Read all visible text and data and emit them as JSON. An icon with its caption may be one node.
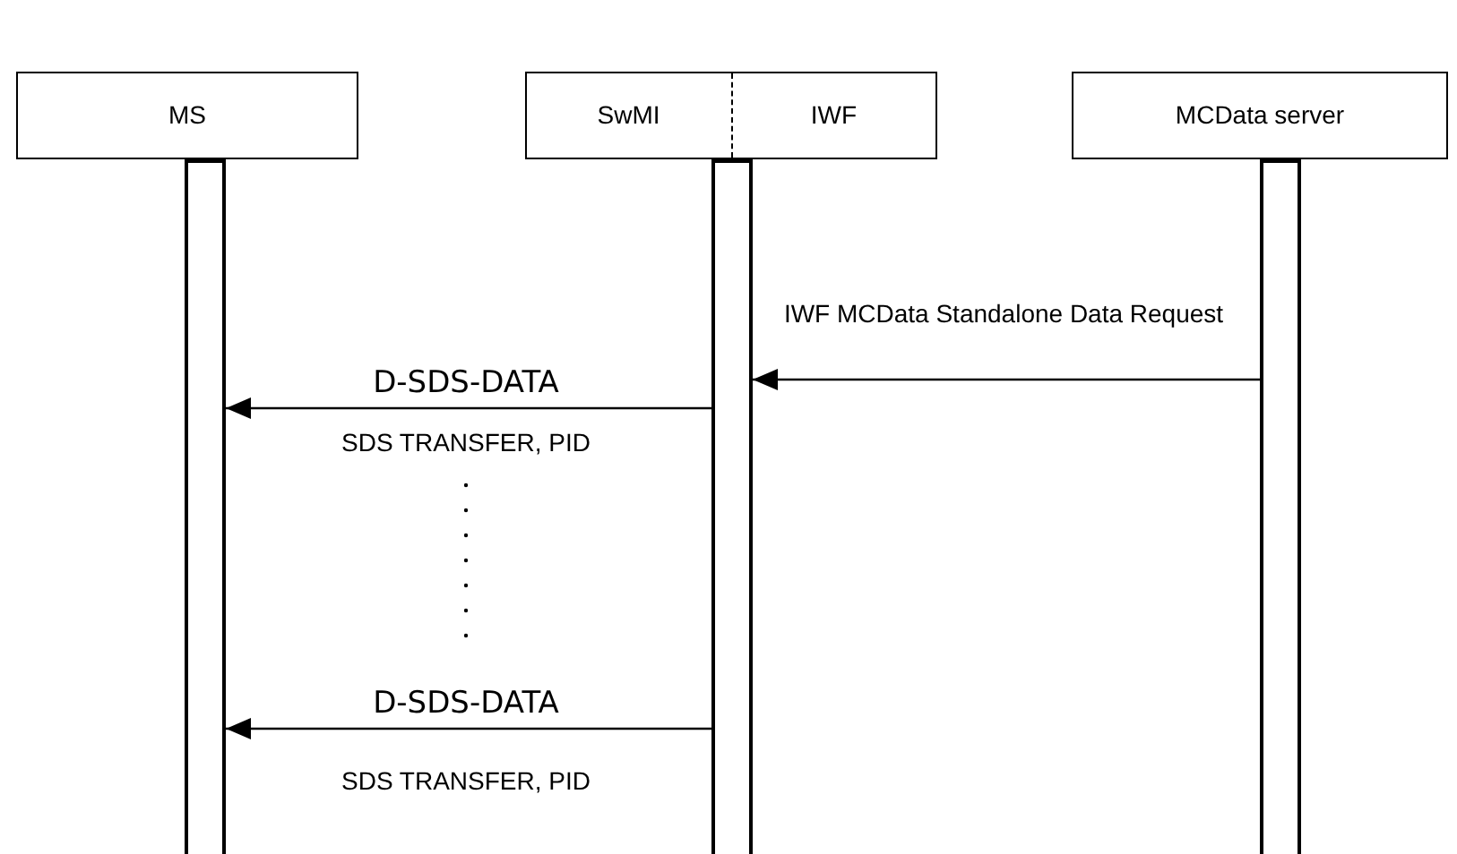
{
  "diagram": {
    "nodes": [
      {
        "text": [
          "MS"
        ]
      },
      {
        "text": [
          "SwMI",
          "IWF"
        ]
      },
      {
        "text": [
          "MCData server"
        ]
      },
      {
        "text": [],
        "shape": "bar"
      },
      {
        "text": [],
        "shape": "bar"
      },
      {
        "text": [],
        "shape": "bar"
      }
    ],
    "edges": [
      {
        "from": 5,
        "to": 4,
        "arrow": "to",
        "label": "IWF MCData Standalone Data Request"
      },
      {
        "from": 4,
        "to": 3,
        "arrow": "to",
        "label": "D-SDS-DATA"
      },
      {
        "from": 4,
        "to": 3,
        "arrow": "to",
        "label": "D-SDS-DATA"
      }
    ],
    "labels": [
      "SDS TRANSFER, PID",
      "SDS TRANSFER, PID"
    ]
  }
}
